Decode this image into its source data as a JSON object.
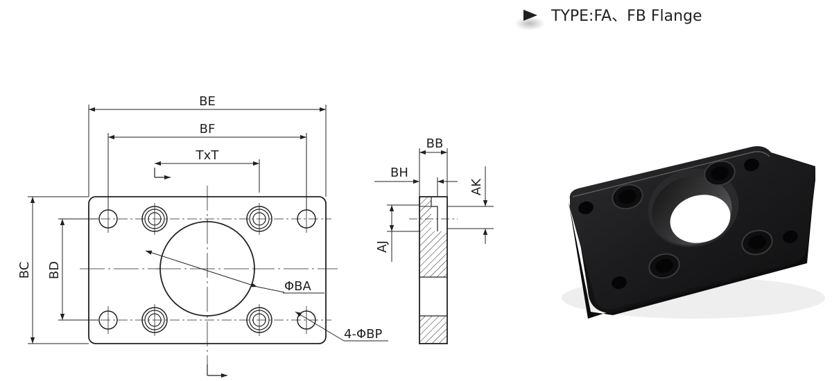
{
  "title": "TYPE:FA、FB Flange",
  "front_view": {
    "dims": {
      "be": "BE",
      "bf": "BF",
      "txt": "TxT",
      "bc": "BC",
      "bd": "BD",
      "ba": "ΦBA",
      "bp": "4-ΦBP"
    }
  },
  "side_view": {
    "dims": {
      "bb": "BB",
      "bh": "BH",
      "ak": "AK",
      "aj": "AJ"
    }
  },
  "product_photo": {
    "label": "flange-photo",
    "color": "#1a1a1c"
  },
  "colors": {
    "line": "#231f20",
    "photo_base": "#1a1a1c"
  }
}
